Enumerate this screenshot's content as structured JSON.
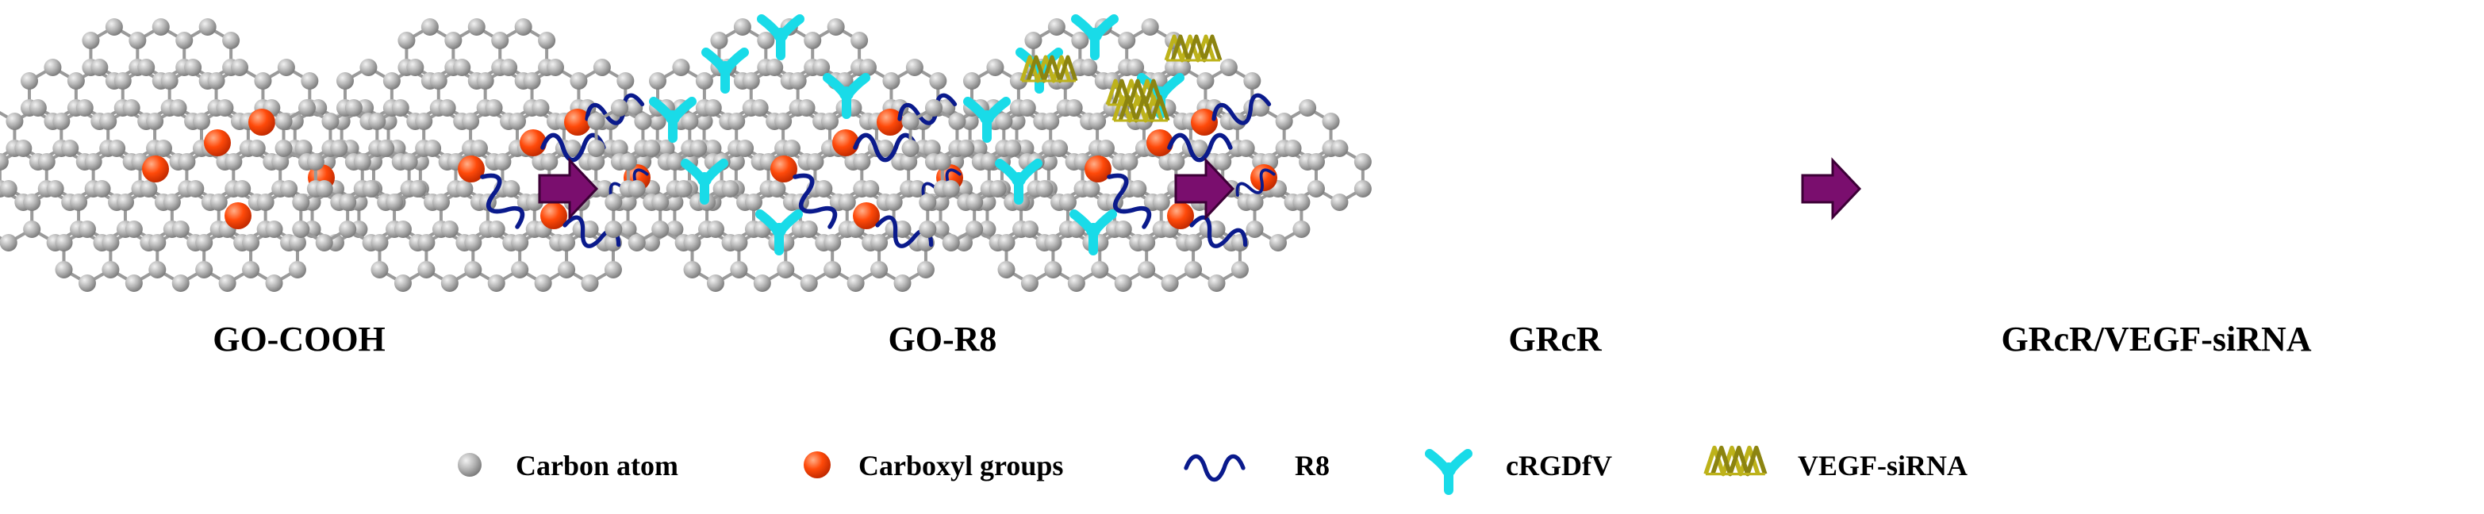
{
  "panels": [
    {
      "label": "GO-COOH"
    },
    {
      "label": "GO-R8"
    },
    {
      "label": "GRcR"
    },
    {
      "label": "GRcR/VEGF-siRNA"
    }
  ],
  "legend": {
    "carbon": "Carbon atom",
    "carboxyl": "Carboxyl groups",
    "r8": "R8",
    "crgd": "cRGDfV",
    "sirna": "VEGF-siRNA"
  },
  "colors": {
    "carbon": "#a9a9a9",
    "carboxyl": "#ff4a0a",
    "r8": "#0a1a8c",
    "crgd": "#19dbe8",
    "sirna": "#bdb21a",
    "arrow": "#7a0e6e"
  }
}
